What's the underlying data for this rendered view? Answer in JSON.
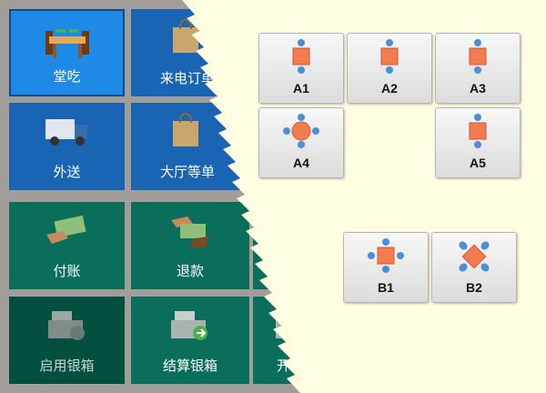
{
  "menu": {
    "dine_in": "堂吃",
    "phone_order": "来电订单",
    "delivery": "外送",
    "hall_order": "大厅等单",
    "pay": "付账",
    "refund": "退款",
    "enable_cashbox": "启用银箱",
    "settle_cashbox": "结算银箱",
    "open_cashbox": "开银箱"
  },
  "tables": {
    "a1": "A1",
    "a2": "A2",
    "a3": "A3",
    "a4": "A4",
    "a5": "A5",
    "b1": "B1",
    "b2": "B2"
  },
  "colors": {
    "accent_blue": "#1e8ae6",
    "tile_blue": "#1a64b4",
    "tile_teal": "#0a6e5a",
    "table_orange": "#f37c4f"
  }
}
